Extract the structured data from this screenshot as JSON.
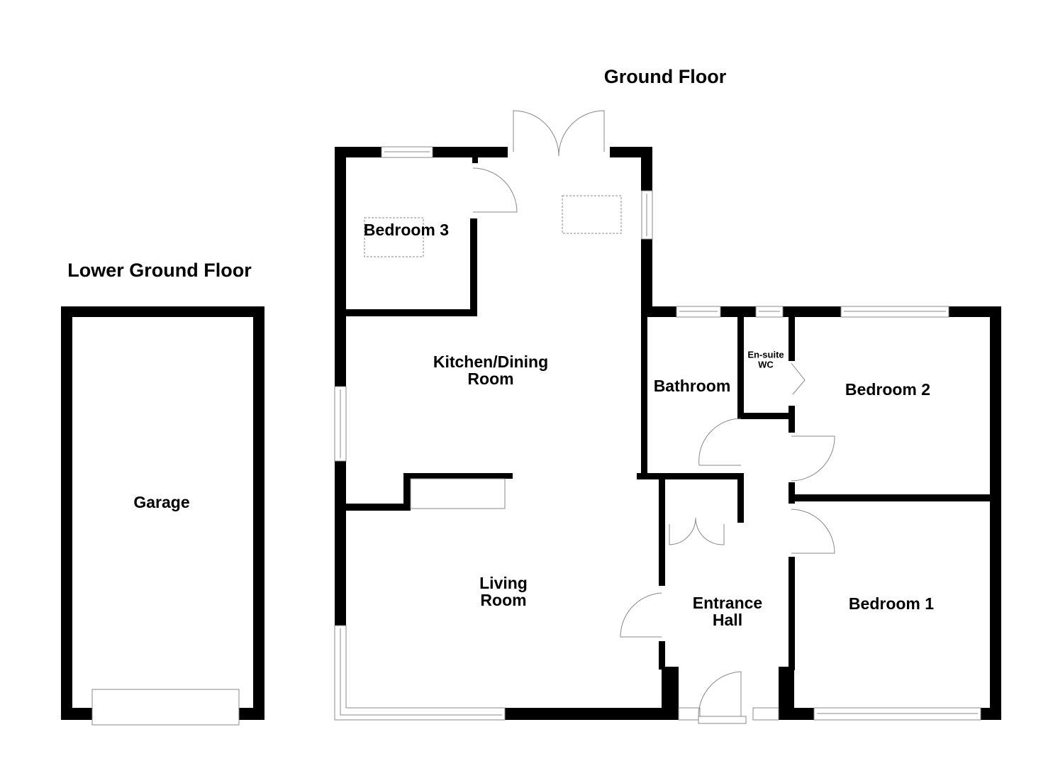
{
  "floors": {
    "ground": {
      "title": "Ground Floor"
    },
    "lower_ground": {
      "title": "Lower Ground Floor"
    }
  },
  "rooms": {
    "bedroom3": "Bedroom 3",
    "kitchen_dining": [
      "Kitchen/Dining",
      "Room"
    ],
    "living_room": [
      "Living",
      "Room"
    ],
    "bathroom": "Bathroom",
    "ensuite_wc": [
      "En-suite",
      "WC"
    ],
    "bedroom2": "Bedroom 2",
    "bedroom1": "Bedroom 1",
    "entrance_hall": [
      "Entrance",
      "Hall"
    ],
    "garage": "Garage"
  },
  "colors": {
    "wall": "#000000",
    "fixture_line": "#888888",
    "background": "#ffffff"
  }
}
